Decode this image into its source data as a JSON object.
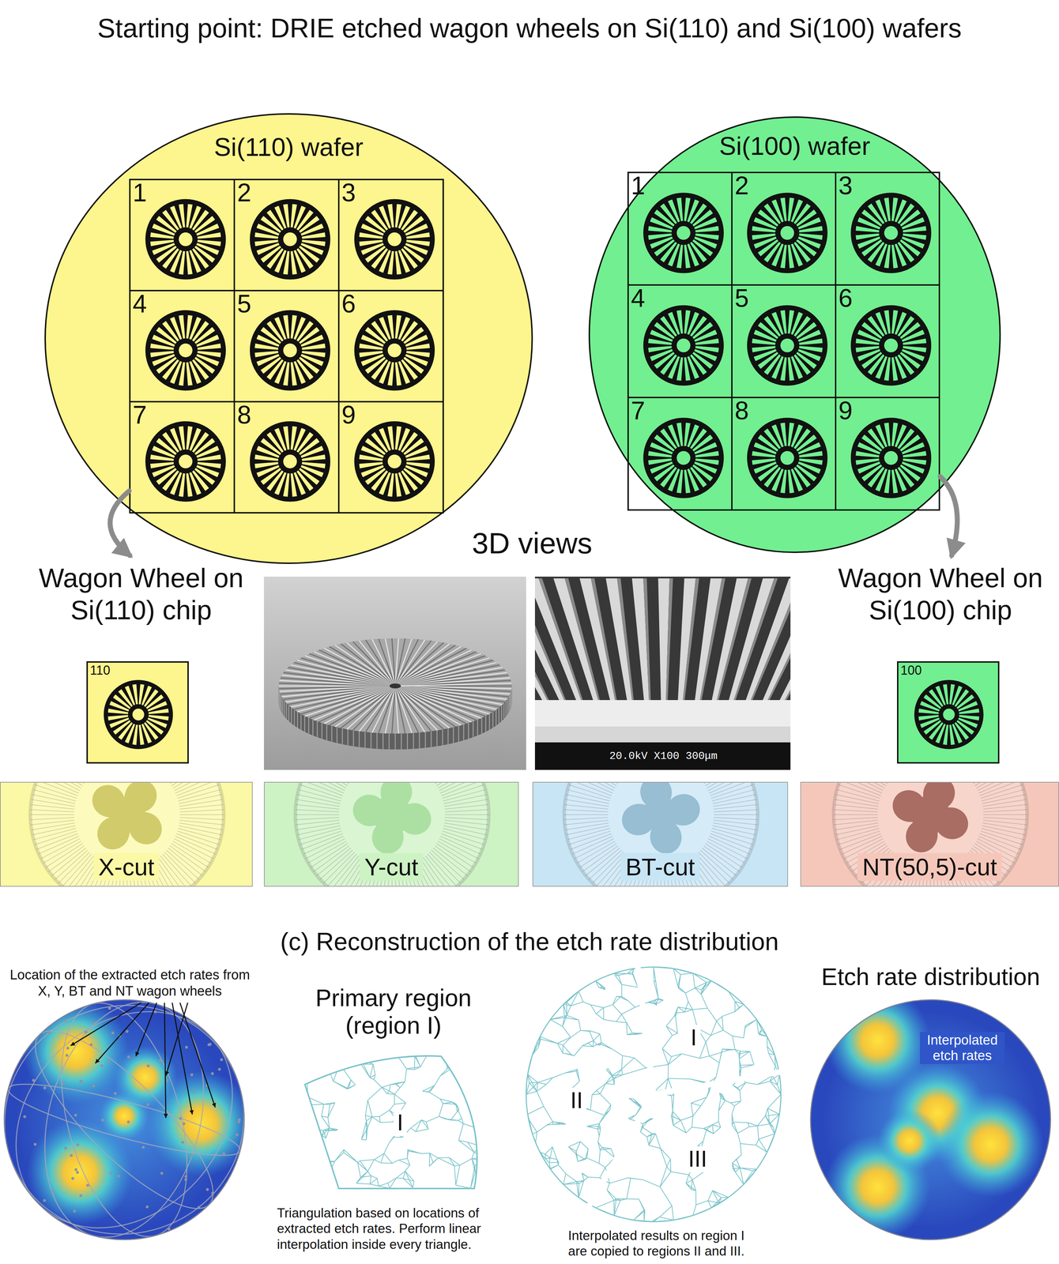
{
  "diagram": {
    "title": "Starting point: DRIE etched wagon wheels on Si(110) and Si(100) wafers",
    "nodes": [
      {
        "text": [
          "Si(110) wafer"
        ]
      },
      {
        "text": [
          "1"
        ],
        "in": 0
      },
      {
        "text": [
          "2"
        ],
        "in": 0
      },
      {
        "text": [
          "3"
        ],
        "in": 0
      },
      {
        "text": [
          "4"
        ],
        "in": 0
      },
      {
        "text": [
          "5"
        ],
        "in": 0
      },
      {
        "text": [
          "6"
        ],
        "in": 0
      },
      {
        "text": [
          "7"
        ],
        "in": 0
      },
      {
        "text": [
          "8"
        ],
        "in": 0
      },
      {
        "text": [
          "9"
        ],
        "in": 0
      },
      {
        "text": [
          "Si(100) wafer"
        ]
      },
      {
        "text": [
          "1"
        ],
        "in": 10
      },
      {
        "text": [
          "2"
        ],
        "in": 10
      },
      {
        "text": [
          "3"
        ],
        "in": 10
      },
      {
        "text": [
          "4"
        ],
        "in": 10
      },
      {
        "text": [
          "5"
        ],
        "in": 10
      },
      {
        "text": [
          "6"
        ],
        "in": 10
      },
      {
        "text": [
          "7"
        ],
        "in": 10
      },
      {
        "text": [
          "8"
        ],
        "in": 10
      },
      {
        "text": [
          "9"
        ],
        "in": 10
      },
      {
        "text": [
          "Wagon Wheel on Si(110) chip",
          "110"
        ]
      },
      {
        "text": [
          "Wagon Wheel on Si(100) chip",
          "100"
        ]
      },
      {
        "text": [
          "X-cut"
        ]
      },
      {
        "text": [
          "Y-cut"
        ]
      },
      {
        "text": [
          "BT-cut"
        ]
      },
      {
        "text": [
          "NT(50,5)-cut"
        ]
      },
      {
        "text": [
          "Primary region (region I)",
          "I"
        ]
      },
      {
        "text": [
          "I",
          "II",
          "III"
        ]
      },
      {
        "text": [
          "Etch rate distribution",
          "Interpolated etch rates"
        ]
      }
    ],
    "edges": [
      {
        "from": 7,
        "to": 20,
        "arrow": "to"
      },
      {
        "from": 19,
        "to": 21,
        "arrow": "to"
      }
    ],
    "labels": [
      "3D views",
      "20.0kV X100 300μm",
      "(c) Reconstruction of the etch rate distribution",
      "Location of the extracted etch rates from X, Y, BT and NT wagon wheels",
      "Triangulation based on locations of extracted etch rates. Perform linear interpolation inside every triangle.",
      "Interpolated results on region I are copied to regions II and III."
    ]
  }
}
